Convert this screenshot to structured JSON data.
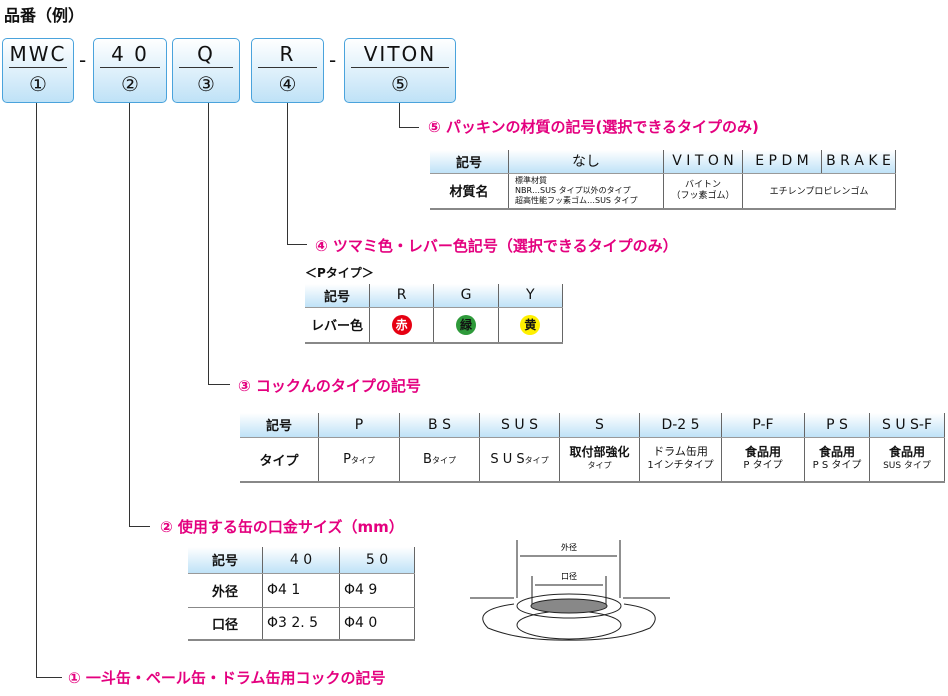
{
  "title": "品番（例）",
  "parts": [
    {
      "code": "MWC",
      "num": "①"
    },
    {
      "code": "4 0",
      "num": "②"
    },
    {
      "code": "Q",
      "num": "③"
    },
    {
      "code": "R",
      "num": "④"
    },
    {
      "code": "VITON",
      "num": "⑤"
    }
  ],
  "separator": "-",
  "accent": "#e4007f",
  "s5": {
    "label": "⑤ パッキンの材質の記号(選択できるタイプのみ)",
    "headers": [
      "記号",
      "なし",
      "V I T O N",
      "E P D M",
      "B R A K E"
    ],
    "row_label": "材質名",
    "nashi": [
      "標準材質",
      "NBR…SUS タイプ以外のタイプ",
      "超高性能フッ素ゴム…SUS タイプ"
    ],
    "viton": [
      "バイトン",
      "（フッ素ゴム）"
    ],
    "epdm": "エチレンプロピレンゴム"
  },
  "s4": {
    "label": "④ ツマミ色・レバー色記号（選択できるタイプのみ）",
    "subtitle": "＜Pタイプ＞",
    "headers": [
      "記号",
      "R",
      "G",
      "Y"
    ],
    "row_label": "レバー色",
    "colors": [
      {
        "text": "赤",
        "color": "#e60012"
      },
      {
        "text": "緑",
        "color": "#2e9a3a"
      },
      {
        "text": "黄",
        "color": "#fff000"
      }
    ]
  },
  "s3": {
    "label": "③ コックんのタイプの記号",
    "headers": [
      "記号",
      "P",
      "B S",
      "S U S",
      "S",
      "D-2 5",
      "P-F",
      "P S",
      "S U S-F"
    ],
    "row_label": "タイプ",
    "cells": [
      [
        "P",
        "タイプ"
      ],
      [
        "B",
        "タイプ"
      ],
      [
        "S U S",
        "タイプ"
      ],
      [
        "取付部強化",
        "タイプ"
      ],
      [
        "ドラム缶用",
        "1インチタイプ"
      ],
      [
        "食品用",
        "P タイプ"
      ],
      [
        "食品用",
        "P S タイプ"
      ],
      [
        "食品用",
        "SUS タイプ"
      ]
    ]
  },
  "s2": {
    "label": "② 使用する缶の口金サイズ（mm）",
    "headers": [
      "記号",
      "4 0",
      "5 0"
    ],
    "rows": [
      [
        "外径",
        "Φ4 1",
        "Φ4 9"
      ],
      [
        "口径",
        "Φ3 2. 5",
        "Φ4 0"
      ]
    ],
    "diagram": {
      "outer": "外径",
      "inner": "口径"
    }
  },
  "s1": {
    "label": "① 一斗缶・ペール缶・ドラム缶用コックの記号"
  }
}
